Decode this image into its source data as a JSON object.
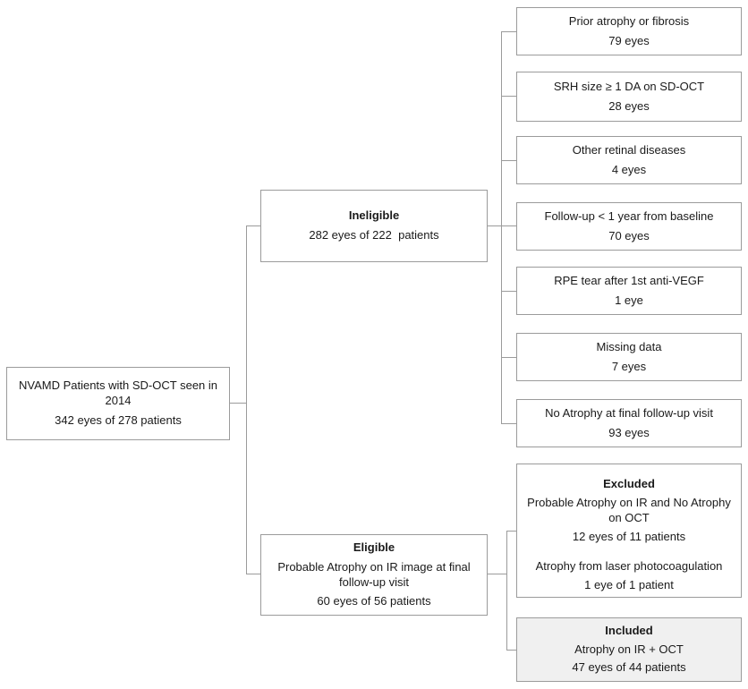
{
  "colors": {
    "border": "#9b9b9b",
    "included_bg": "#f0f0f0",
    "text": "#1a1a1a"
  },
  "root": {
    "title": "NVAMD Patients with SD-OCT seen in 2014",
    "count": "342 eyes of 278 patients"
  },
  "ineligible": {
    "title": "Ineligible",
    "count": "282 eyes of 222  patients"
  },
  "eligible": {
    "title": "Eligible",
    "subtitle": "Probable Atrophy on IR image at final follow-up visit",
    "count": "60 eyes of 56 patients"
  },
  "reasons": [
    {
      "label": "Prior atrophy or fibrosis",
      "count": "79 eyes"
    },
    {
      "label": "SRH size ≥ 1 DA on SD-OCT",
      "count": "28 eyes"
    },
    {
      "label": "Other retinal diseases",
      "count": "4 eyes"
    },
    {
      "label": "Follow-up < 1 year from baseline",
      "count": "70 eyes"
    },
    {
      "label": "RPE tear after 1st anti-VEGF",
      "count": "1 eye"
    },
    {
      "label": "Missing data",
      "count": "7 eyes"
    },
    {
      "label": "No Atrophy at final follow-up visit",
      "count": "93 eyes"
    }
  ],
  "excluded": {
    "title": "Excluded",
    "reason1": "Probable Atrophy on IR and No Atrophy on OCT",
    "count1": "12 eyes of 11 patients",
    "reason2": "Atrophy from laser photocoagulation",
    "count2": "1 eye of 1 patient"
  },
  "included": {
    "title": "Included",
    "label": "Atrophy on IR + OCT",
    "count": "47 eyes of 44 patients"
  }
}
